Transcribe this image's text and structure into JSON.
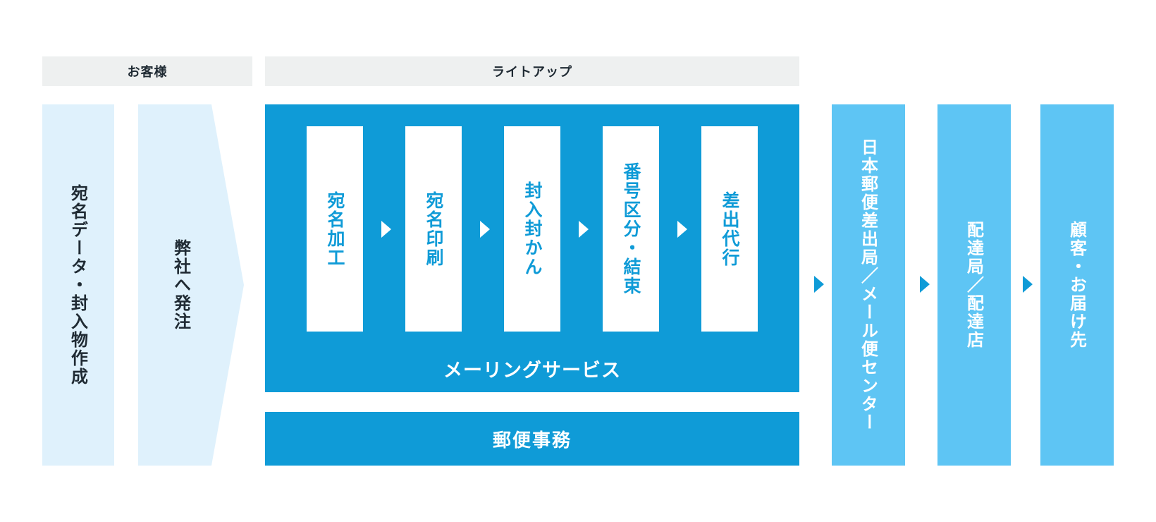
{
  "headers": {
    "customer": "お客様",
    "lightup": "ライトアップ"
  },
  "customer_steps": [
    "宛名データ・封入物作成",
    "弊社へ発注"
  ],
  "process_steps": [
    "宛名加工",
    "宛名印刷",
    "封入封かん",
    "番号区分・結束",
    "差出代行"
  ],
  "mailing_service_label": "メーリングサービス",
  "postal_affairs_label": "郵便事務",
  "delivery_steps": [
    "日本郵便差出局／メール便センター",
    "配達局／配達店",
    "顧客・お届け先"
  ],
  "colors": {
    "header_bg": "#eef0f0",
    "customer_bg": "#dff1fc",
    "primary_blue": "#0f9bd7",
    "light_blue": "#5ec5f4",
    "text_dark": "#1f2a33"
  }
}
